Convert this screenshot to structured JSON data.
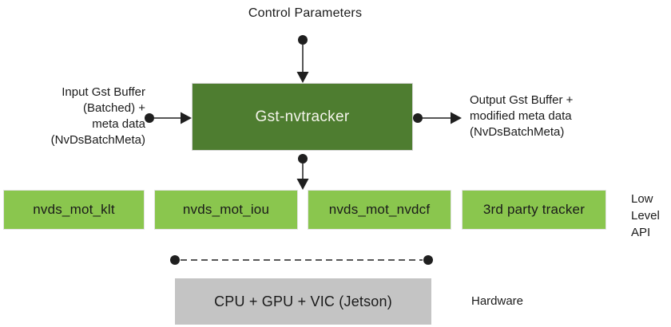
{
  "labels": {
    "control_parameters": "Control Parameters",
    "hardware": "Hardware"
  },
  "tracker": {
    "label": "Gst-nvtracker"
  },
  "input_label": {
    "lines": [
      "Input Gst Buffer",
      "(Batched) +",
      "meta data",
      "(NvDsBatchMeta)"
    ]
  },
  "output_label": {
    "lines": [
      "Output Gst Buffer +",
      "modified meta data",
      "(NvDsBatchMeta)"
    ]
  },
  "low_level": {
    "boxes": [
      {
        "label": "nvds_mot_klt"
      },
      {
        "label": "nvds_mot_iou"
      },
      {
        "label": "nvds_mot_nvdcf"
      },
      {
        "label": "3rd party tracker"
      }
    ],
    "api_lines": [
      "Low",
      "Level",
      "API"
    ]
  },
  "hardware_box": {
    "label": "CPU + GPU + VIC (Jetson)"
  },
  "icons": {
    "connector_dot": "filled-circle",
    "arrowhead": "solid-triangle"
  },
  "colors": {
    "tracker_box_fill": "#4e7d30",
    "tracker_box_text": "#f5f5ec",
    "low_level_box_fill": "#8ac64e",
    "hardware_box_fill": "#c4c4c4",
    "connector_stroke": "#1f1f1f",
    "text": "#1a1a1a",
    "background": "#ffffff"
  }
}
